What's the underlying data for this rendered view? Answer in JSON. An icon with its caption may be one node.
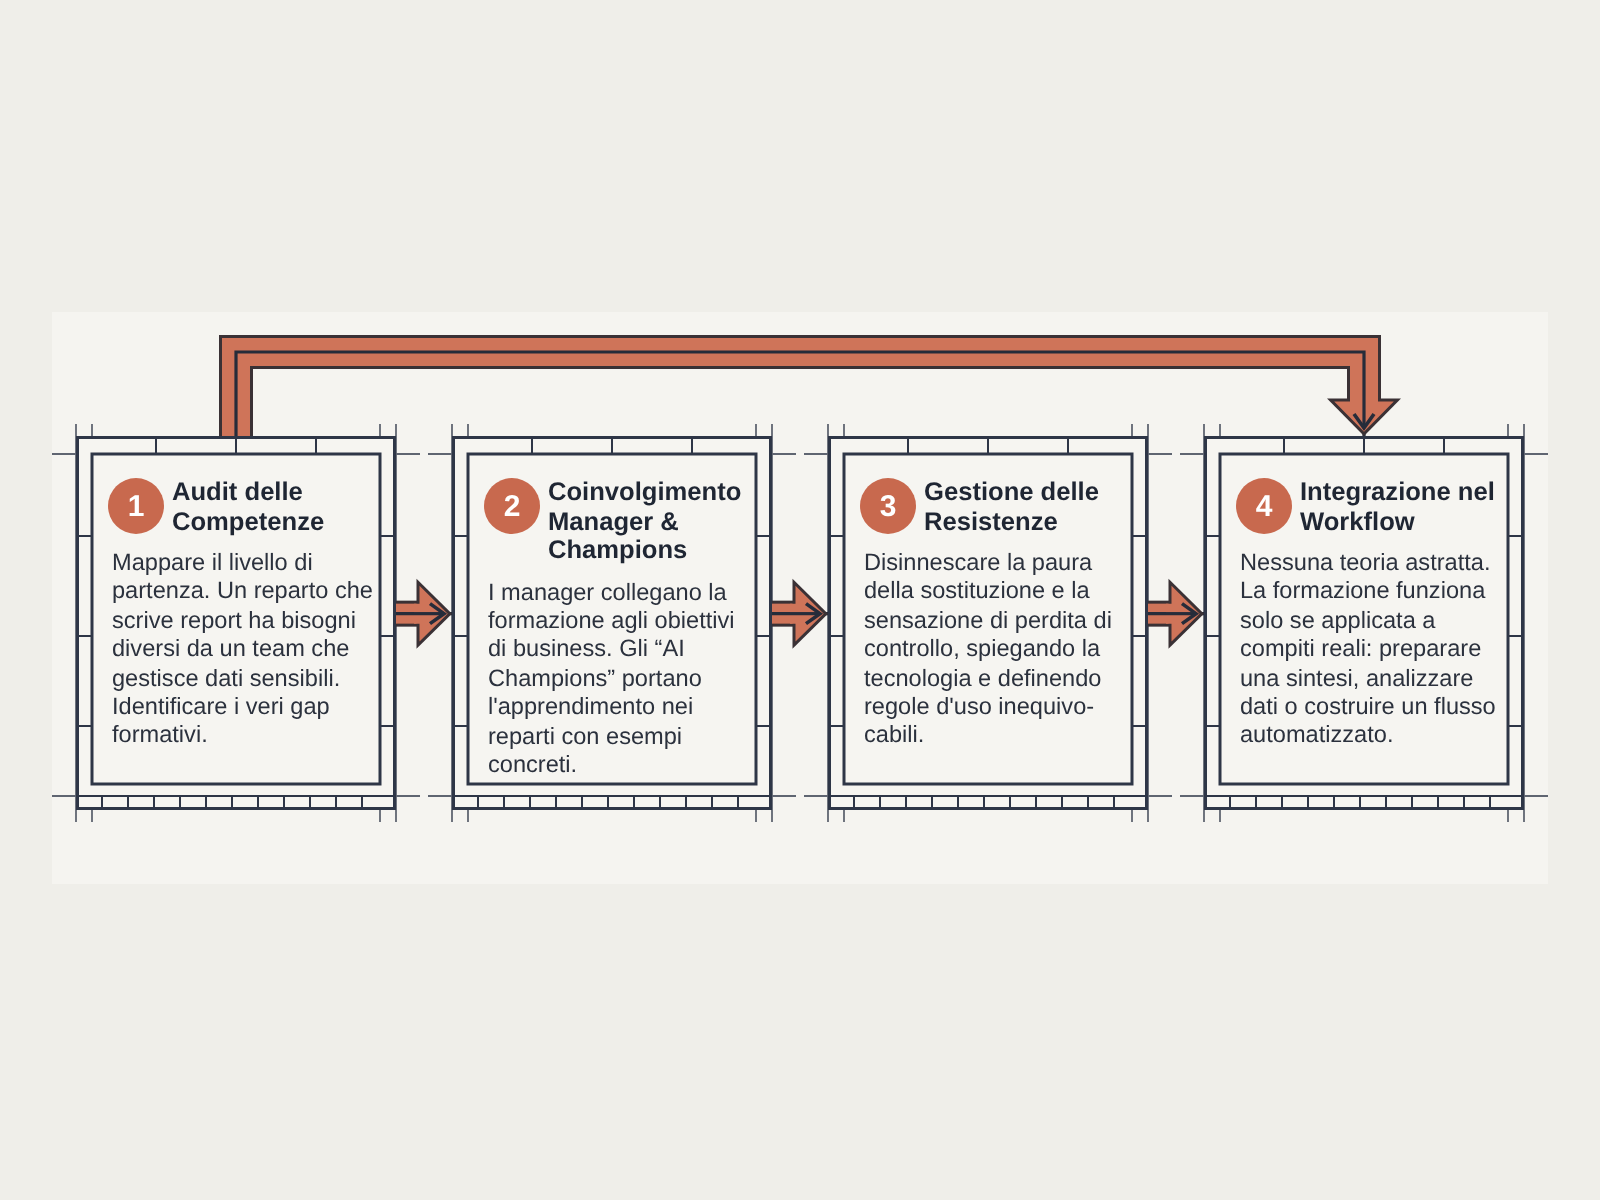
{
  "diagram": {
    "nodes": [
      {
        "text": [
          "Audit delle Competenze",
          "Mappare il livello di partenza. Un reparto che scrive report ha bisogni diversi da un team che gestisce dati sensibili. Identificare i veri gap formativi."
        ]
      },
      {
        "text": [
          "1"
        ],
        "in": 0
      },
      {
        "text": [
          "Coinvolgimento Manager & Champions",
          "I manager collegano la formazione agli obiettivi di business. Gli “AI Champions” portano l'apprendimento nei reparti con esempi concreti."
        ]
      },
      {
        "text": [
          "2"
        ],
        "in": 2
      },
      {
        "text": [
          "Gestione delle Resistenze",
          "Disinnescare la paura della sostituzione e la sensazione di perdita di controllo, spiegando la tecnologia e definendo regole d'uso inequivo- cabili."
        ]
      },
      {
        "text": [
          "3"
        ],
        "in": 4
      },
      {
        "text": [
          "Integrazione nel Workflow",
          "Nessuna teoria astratta. La formazione funziona solo se applicata a compiti reali: preparare una sintesi, analizzare dati o costruire un flusso automatizzato."
        ]
      },
      {
        "text": [
          "4"
        ],
        "in": 6
      }
    ],
    "edges": [
      {
        "from": 0,
        "to": 2,
        "arrow": "to"
      },
      {
        "from": 2,
        "to": 4,
        "arrow": "to"
      },
      {
        "from": 4,
        "to": 6,
        "arrow": "to"
      },
      {
        "from": 0,
        "to": 6,
        "arrow": "to"
      }
    ]
  }
}
